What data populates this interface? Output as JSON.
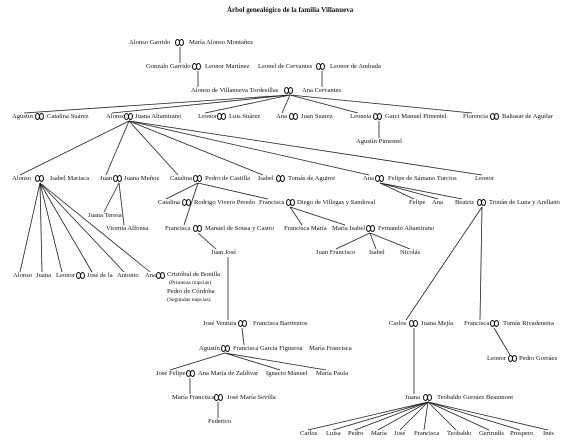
{
  "title": "Árbol genealógico de la familia Villanueva",
  "g1": {
    "a": "Alonso Garrido",
    "b": "María Alonso Montañez"
  },
  "g2": {
    "a": "Gonzalo Garrido",
    "b": "Leonor Martínez",
    "c": "Leonel de Cervantes",
    "d": "Leonor de Andrada"
  },
  "g3": {
    "a": "Alonso de Villanueva Tordesillas",
    "b": "Ana Cervantes"
  },
  "g4": {
    "agustin": "Agustín",
    "catalina_suarez": "Catalina Suárez",
    "alonso": "Alonso",
    "juana_altamirano": "Juana Altamirano",
    "leonor": "Leonor",
    "luis_suarez": "Luis Suárez",
    "ana": "Ana",
    "juan_suarez": "Juan Suarez",
    "leoneta": "Leoneta",
    "garci": "Garci Manuel Pimentel",
    "florencia": "Florencia",
    "baltasar": "Baltasar de Aguilar",
    "agustin_pimentel": "Agustín Pimentel"
  },
  "g5": {
    "alonso": "Alonso",
    "isabel_mariaca": "Isabel Mariaca",
    "juan": "Juan",
    "juana_munoz": "Juana Muñoz",
    "catalina": "Catalina",
    "pedro_castilla": "Pedro de Castilla",
    "isabel": "Isabel",
    "tomas": "Tomás de Aguirre",
    "ana": "Ana",
    "felipe_samano": "Felipe de Sámano Turcios",
    "leonor": "Leonor"
  },
  "g6": {
    "juana_teresa": "Juana Teresa",
    "vicenta": "Vicenta Alfonsa",
    "catalina": "Catalina",
    "rodrigo": "Rodrigo Vivero Peredo",
    "francisca": "Francisca",
    "diego": "Diego de Villegas y Sandoval",
    "francisca2": "Francisca",
    "manuel_sousa": "Manuel de Sousa y Castro",
    "francisca_maria": "Francisca María",
    "maria_isabel": "María Isabel",
    "fernando": "Fernando Altamirano",
    "juan_francisco": "Juan Francisco",
    "isabel": "Isabel",
    "nicolas": "Nicolás",
    "juan_jose": "Juan José",
    "felipe": "Felipe",
    "ana": "Ana",
    "beatriz": "Beatriz",
    "tristan": "Tristán de Luna y Arellano",
    "alonso": "Alonso",
    "juana": "Juana",
    "leonor": "Leonor",
    "jose": "José de la",
    "antonio": "Antonio",
    "ana2": "Ana",
    "cristobal": "Cristóbal de Bonilla",
    "primeras": "(Primeras nupcias)",
    "pedro_cordoba": "Pedro de Córdoba",
    "segundas": "(Segundas nupcias)"
  },
  "g7": {
    "jose_ventura": "José Ventura",
    "francisca_barrientos": "Francisca Barrientos",
    "carlos": "Carlos",
    "juana_mejia": "Juana Mejía",
    "francisca": "Francisca",
    "tomas_rivadeneira": "Tomás Rivadeneira",
    "leonor": "Leonor",
    "pedro_gorraez": "Pedro Gorráez"
  },
  "g8": {
    "agustin": "Agustín",
    "francisca_garcia": "Francisca García Figueroa",
    "maria_francisca": "María Francisca",
    "jose_felipe": "José Felipe",
    "ana_maria": "Ana María de Zaldívar",
    "ignacio": "Ignacio Manuel",
    "maria_paula": "María Paula",
    "maria_francisca2": "María Francisca",
    "jose_maria": "José María Sevilla",
    "federico": "Federico",
    "juana": "Juana",
    "teobaldo": "Teobaldo Gorráez Beaumont"
  },
  "g9": {
    "children": [
      "Carlos",
      "Luisa",
      "Pedro",
      "María",
      "José",
      "Francisca",
      "Teobaldo",
      "Gertrudis",
      "Prospero",
      "Inés"
    ]
  }
}
